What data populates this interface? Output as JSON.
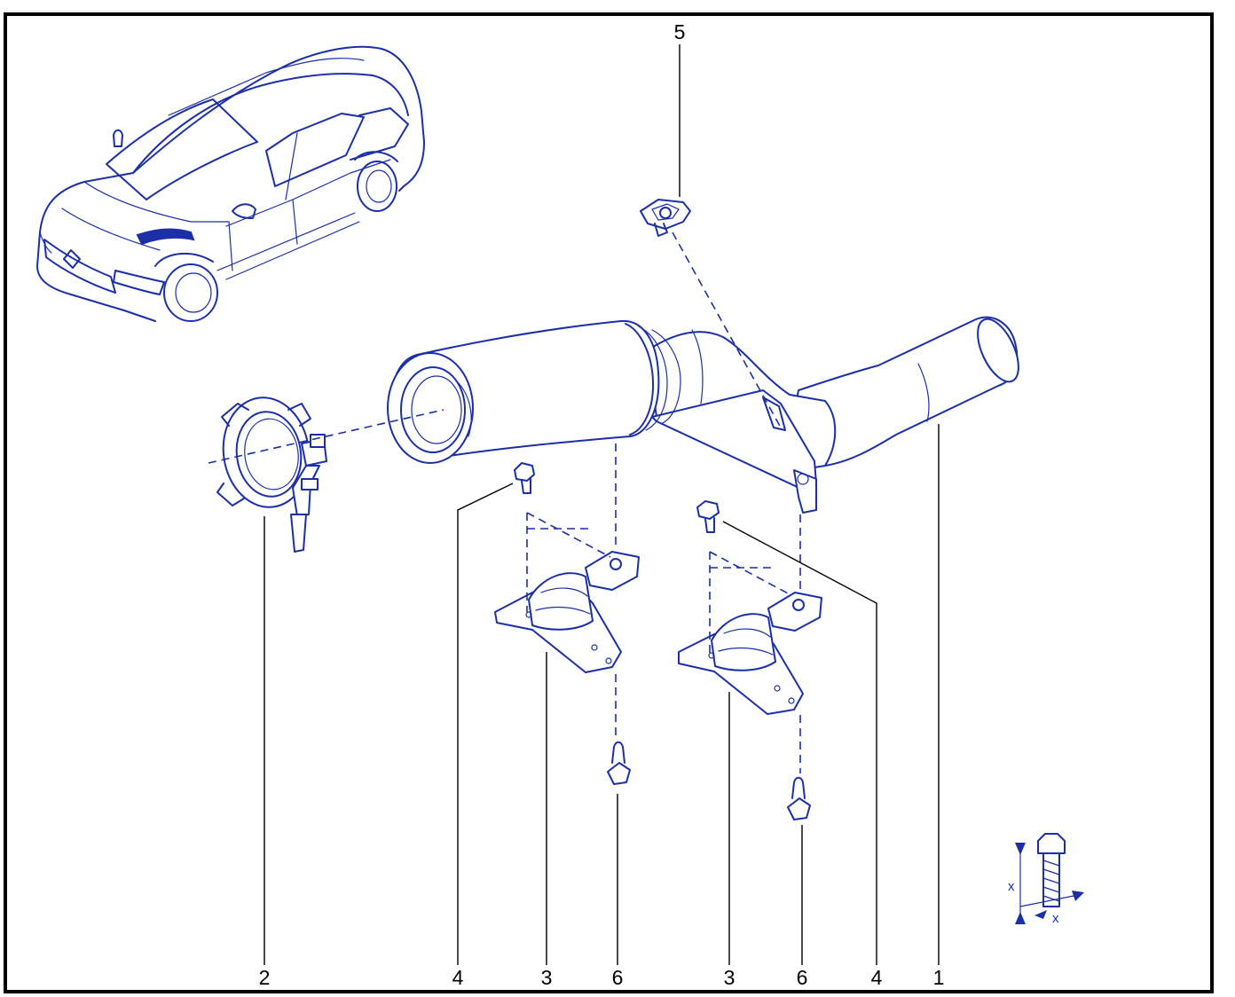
{
  "diagram": {
    "colors": {
      "line": "#1a2fa8",
      "text": "#000000",
      "frame": "#000000",
      "background": "#ffffff"
    },
    "callouts": {
      "c5": "5",
      "c2": "2",
      "c4a": "4",
      "c3a": "3",
      "c6a": "6",
      "c3b": "3",
      "c6b": "6",
      "c4b": "4",
      "c1": "1"
    },
    "torque_symbol": {
      "label_vertical": "x",
      "label_horizontal": "x"
    }
  }
}
